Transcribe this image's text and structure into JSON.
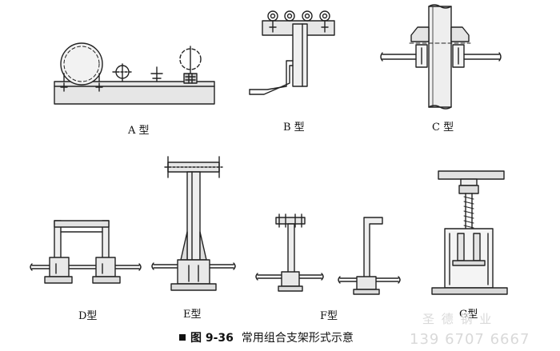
{
  "labels": {
    "a": "A 型",
    "b": "B 型",
    "c": "C 型",
    "d": "D型",
    "e": "E型",
    "f": "F型",
    "g": "G型"
  },
  "caption": {
    "figure_number": "图 9-36",
    "title": "常用组合支架形式示意"
  },
  "watermark": {
    "company": "圣  德  钢  业",
    "phone": "139  6707  6667"
  }
}
